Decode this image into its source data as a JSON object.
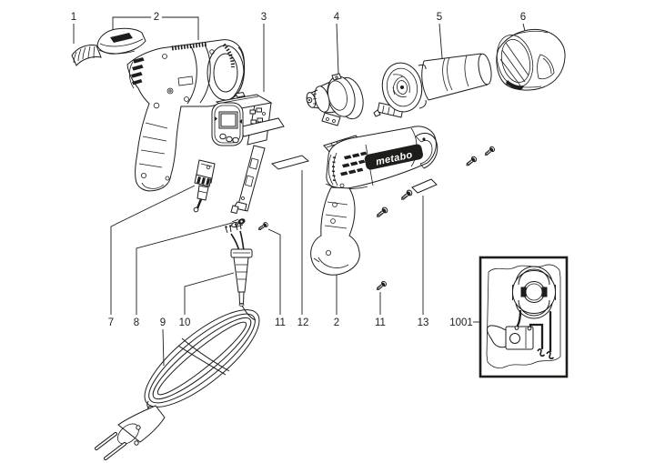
{
  "diagram": {
    "brand_logo": "metabo",
    "callouts": {
      "top": [
        "1",
        "2",
        "3",
        "4",
        "5",
        "6"
      ],
      "bottom": [
        "7",
        "8",
        "9",
        "10",
        "11",
        "12",
        "2",
        "11",
        "13",
        "1001"
      ]
    },
    "colors": {
      "ink": "#1d1d1b",
      "background": "#ffffff"
    }
  }
}
